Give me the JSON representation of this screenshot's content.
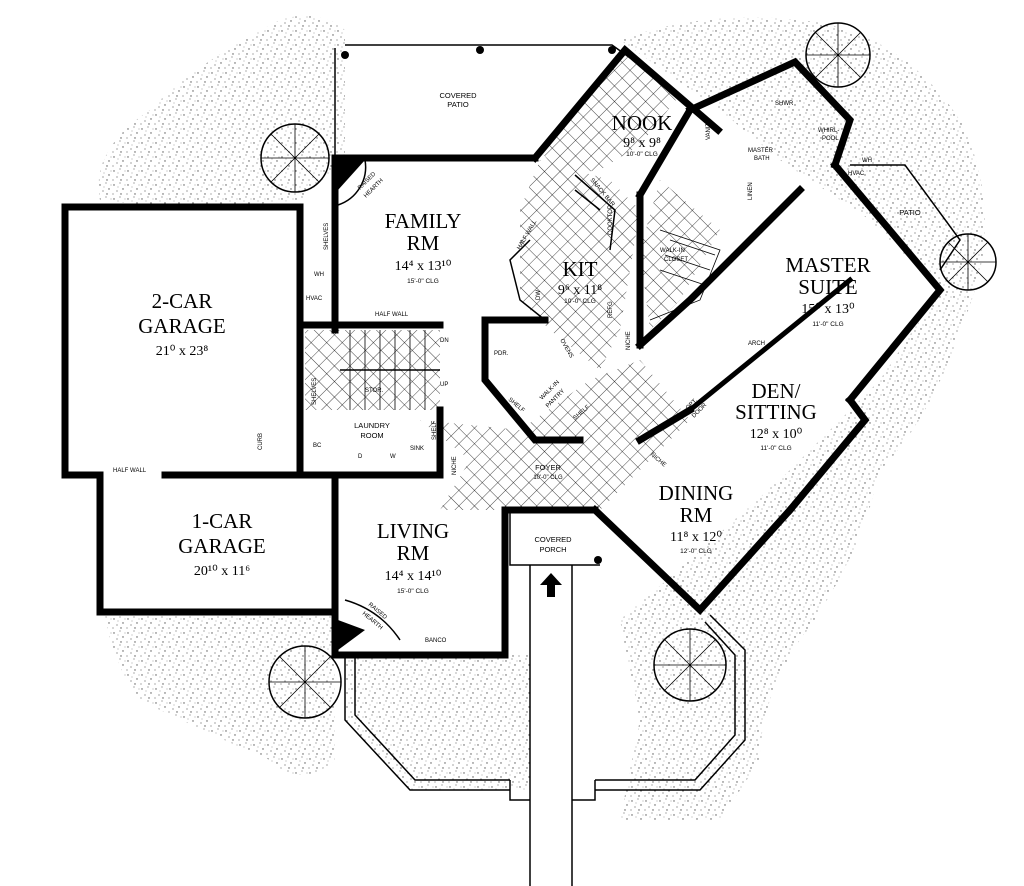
{
  "rooms": {
    "covered_patio": {
      "name": "COVERED\nPATIO",
      "line1": "COVERED",
      "line2": "PATIO"
    },
    "nook": {
      "name": "NOOK",
      "dim": "9⁸ x 9⁸",
      "clg": "10'-0\" CLG"
    },
    "family": {
      "line1": "FAMILY",
      "line2": "RM",
      "dim": "14⁴ x 13¹⁰",
      "clg": "15'-0\" CLG"
    },
    "kit": {
      "name": "KIT",
      "dim": "9⁶ x 11⁸",
      "clg": "10'-0\" CLG"
    },
    "master_suite": {
      "line1": "MASTER",
      "line2": "SUITE",
      "dim": "15⁰ x 13⁰",
      "clg": "11'-0\" CLG"
    },
    "den": {
      "line1": "DEN/",
      "line2": "SITTING",
      "dim": "12⁸ x 10⁰",
      "clg": "11'-0\" CLG"
    },
    "garage2": {
      "line1": "2-CAR",
      "line2": "GARAGE",
      "dim": "21⁰ x 23⁸"
    },
    "garage1": {
      "line1": "1-CAR",
      "line2": "GARAGE",
      "dim": "20¹⁰ x 11⁶"
    },
    "living": {
      "line1": "LIVING",
      "line2": "RM",
      "dim": "14⁴ x 14¹⁰",
      "clg": "15'-0\" CLG"
    },
    "dining": {
      "line1": "DINING",
      "line2": "RM",
      "dim": "11⁸ x 12⁰",
      "clg": "12'-0\" CLG"
    },
    "foyer": {
      "name": "FOYER",
      "clg": "10'-0\" CLG"
    },
    "covered_porch": {
      "line1": "COVERED",
      "line2": "PORCH"
    },
    "laundry": {
      "line1": "LAUNDRY",
      "line2": "ROOM"
    },
    "patio": {
      "name": "PATIO"
    }
  },
  "labels": {
    "shwr": "SHWR",
    "whirlpool1": "WHIRL-",
    "whirlpool2": "POOL",
    "master_bath1": "MASTER",
    "master_bath2": "BATH",
    "vanity": "VANITY",
    "wh": "WH",
    "hvac": "HVAC",
    "linen": "LINEN",
    "walkin1": "WALK-IN",
    "walkin2": "CLOSET",
    "snack_bar": "SNACK BAR",
    "cooktop": "COOKTOP",
    "refg": "REFG",
    "niche": "NICHE",
    "half_wall": "HALF WALL",
    "dw": "DW",
    "pdr": "PDR.",
    "ovens": "OVENS",
    "walkin_pantry1": "WALK-IN",
    "walkin_pantry2": "PANTRY",
    "shelf": "SHELF",
    "stor": "STOR.",
    "up": "UP",
    "dn": "DN",
    "shelves": "SHELVES",
    "bc": "BC",
    "d": "D",
    "w": "W",
    "sink": "SINK",
    "curb": "CURB",
    "raised_hearth1": "RAISED",
    "raised_hearth2": "HEARTH",
    "banco": "BANCO",
    "arch": "ARCH",
    "opt_door1": "OPT.",
    "opt_door2": "DOOR"
  }
}
